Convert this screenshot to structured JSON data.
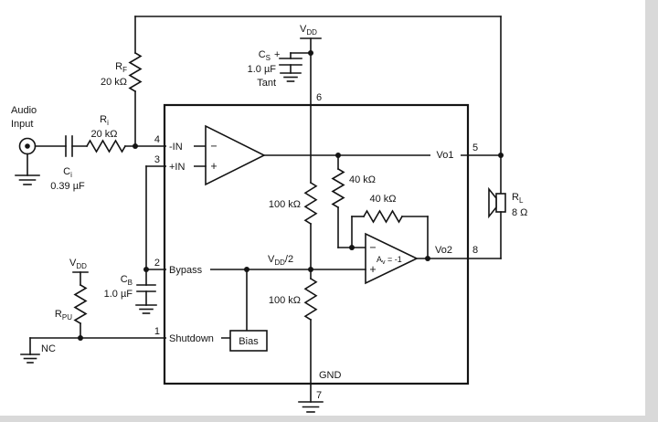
{
  "input": {
    "audio_label_1": "Audio",
    "audio_label_2": "Input",
    "ci_ref": "C",
    "ci_ref_sub": "i",
    "ci_value": "0.39 µF",
    "ri_ref": "R",
    "ri_ref_sub": "i",
    "ri_value": "20 kΩ"
  },
  "feedback": {
    "rf_ref": "R",
    "rf_ref_sub": "F",
    "rf_value": "20 kΩ"
  },
  "supply": {
    "vdd_ref": "V",
    "vdd_ref_sub": "DD",
    "cs_ref": "C",
    "cs_ref_sub": "S",
    "cs_polarity": "+",
    "cs_value": "1.0 µF",
    "cs_type": "Tant"
  },
  "ic": {
    "pins": {
      "p1": "1",
      "p2": "2",
      "p3": "3",
      "p4": "4",
      "p5": "5",
      "p6": "6",
      "p7": "7",
      "p8": "8"
    },
    "neg_in": "-IN",
    "pos_in": "+IN",
    "bypass": "Bypass",
    "shutdown": "Shutdown",
    "gnd": "GND",
    "bias": "Bias",
    "vo1": "Vo1",
    "vo2": "Vo2",
    "amp1_minus": "−",
    "amp1_plus": "+",
    "amp2_minus": "−",
    "amp2_plus": "+",
    "gain_ref": "A",
    "gain_ref_sub": "v",
    "gain_eq": " = -1",
    "r_40k_1": "40 kΩ",
    "r_40k_2": "40 kΩ",
    "r_100k_1": "100 kΩ",
    "r_100k_2": "100 kΩ",
    "vdd2_ref": "V",
    "vdd2_ref_sub": "DD",
    "vdd2_suffix": "/2"
  },
  "bypass_net": {
    "cb_ref": "C",
    "cb_ref_sub": "B",
    "cb_value": "1.0 µF"
  },
  "shutdown_net": {
    "vdd_ref": "V",
    "vdd_ref_sub": "DD",
    "rpu_ref": "R",
    "rpu_ref_sub": "PU",
    "nc": "NC"
  },
  "output": {
    "rl_ref": "R",
    "rl_ref_sub": "L",
    "rl_value": "8 Ω"
  }
}
